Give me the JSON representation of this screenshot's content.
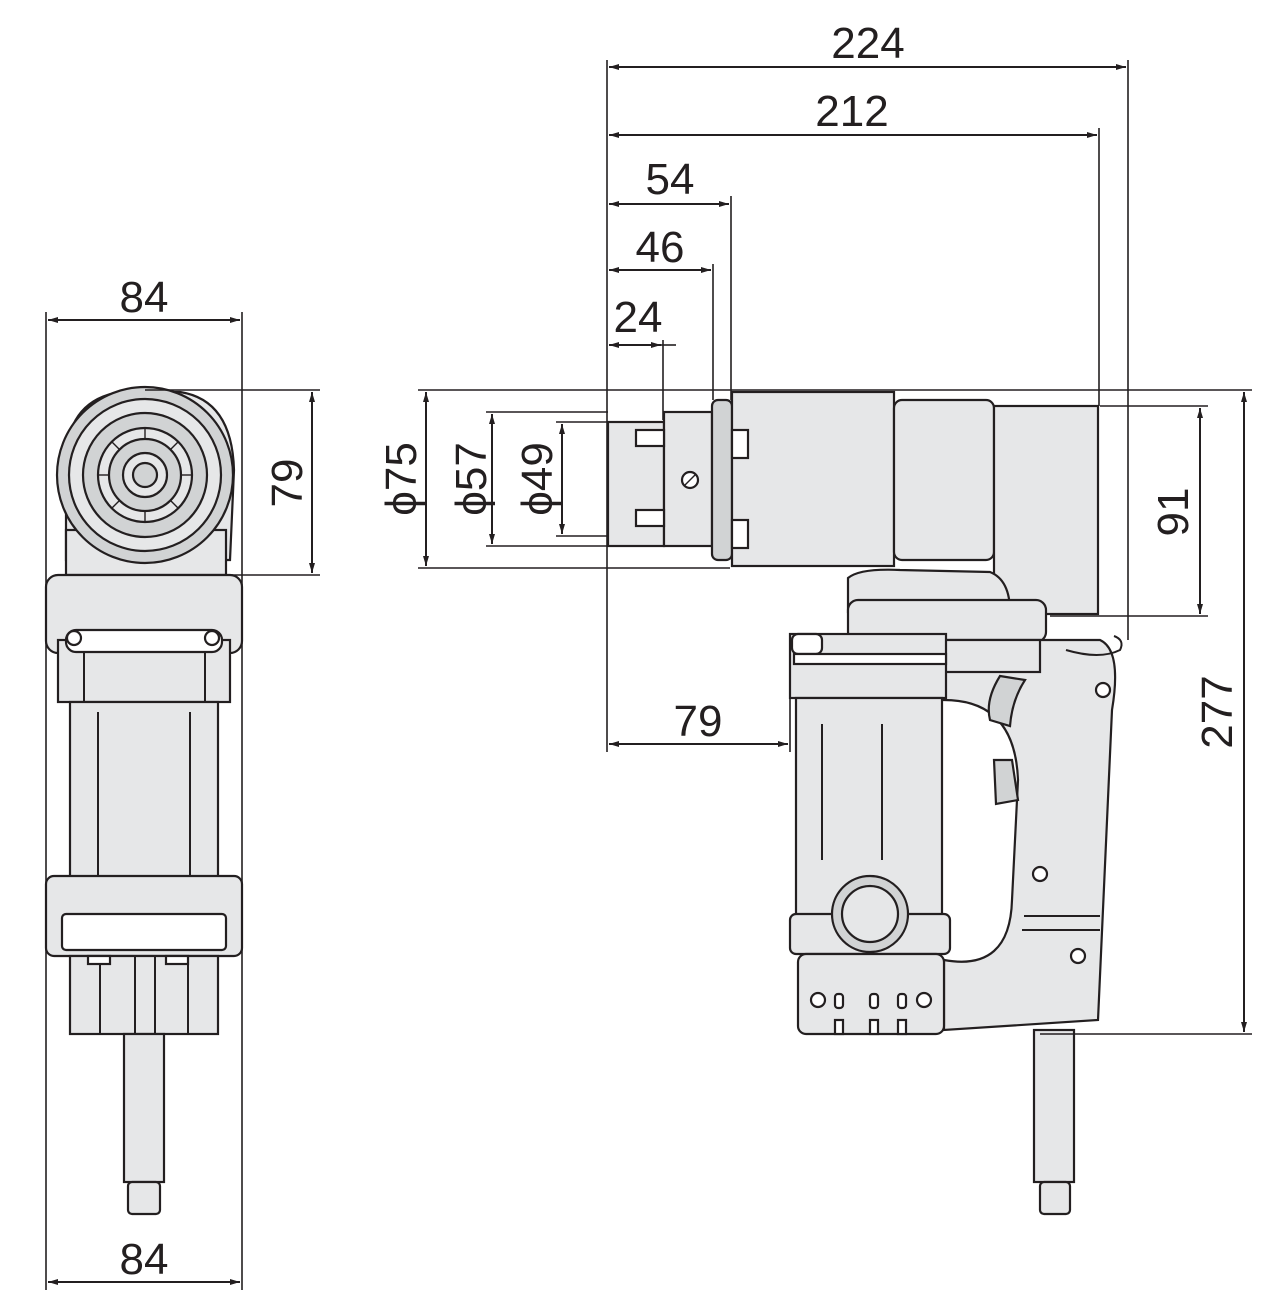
{
  "dimensions": {
    "front_width_top": "84",
    "front_height": "79",
    "front_width_bottom": "84",
    "overall_length": "224",
    "length_212": "212",
    "length_54": "54",
    "length_46": "46",
    "length_24": "24",
    "diameter_75": "ϕ75",
    "diameter_57": "ϕ57",
    "diameter_49": "ϕ49",
    "height_91": "91",
    "overall_height": "277",
    "offset_79": "79"
  }
}
